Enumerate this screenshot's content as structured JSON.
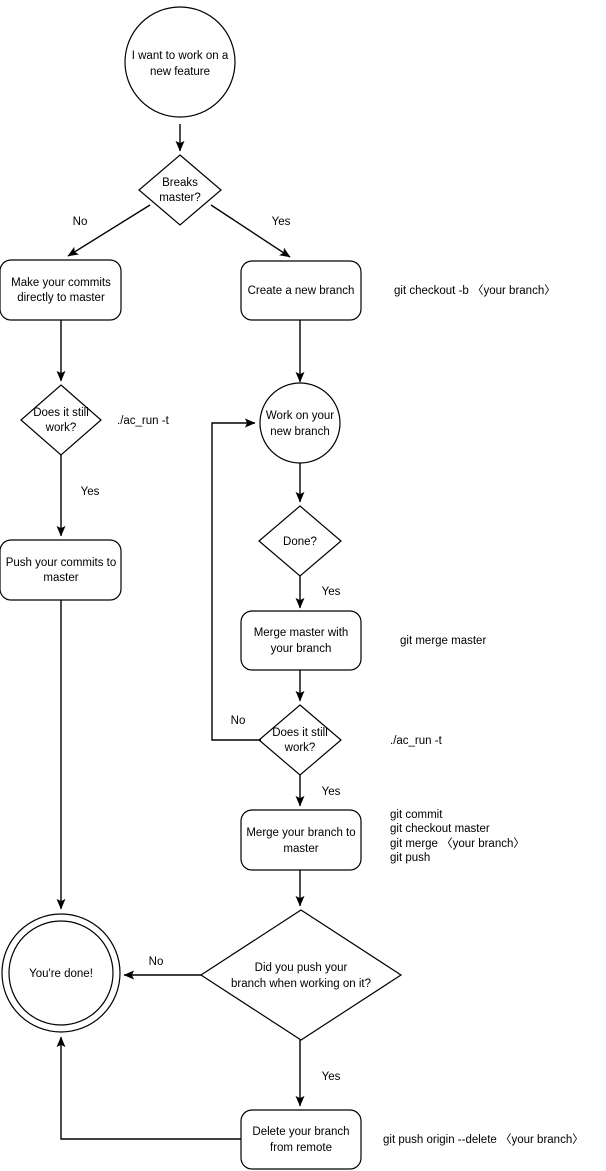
{
  "diagram": {
    "title": "Git branching workflow flowchart",
    "background_color": "#ffffff",
    "stroke_color": "#000000",
    "text_color": "#000000"
  },
  "nodes": {
    "start": {
      "label_line1": "I want to work on a",
      "label_line2": "new feature",
      "shape": "circle"
    },
    "breaks_master": {
      "label_line1": "Breaks",
      "label_line2": "master?",
      "shape": "diamond"
    },
    "make_commits": {
      "label_line1": "Make your commits",
      "label_line2": "directly to master",
      "shape": "rounded-rect"
    },
    "create_branch": {
      "label_line1": "Create a new branch",
      "label_line2": "",
      "shape": "rounded-rect"
    },
    "left_still_work": {
      "label_line1": "Does it still",
      "label_line2": "work?",
      "shape": "diamond"
    },
    "work_on_branch": {
      "label_line1": "Work on your",
      "label_line2": "new branch",
      "shape": "circle"
    },
    "push_commits": {
      "label_line1": "Push your commits to",
      "label_line2": "master",
      "shape": "rounded-rect"
    },
    "done_q": {
      "label_line1": "Done?",
      "label_line2": "",
      "shape": "diamond"
    },
    "merge_master_with": {
      "label_line1": "Merge master with",
      "label_line2": "your branch",
      "shape": "rounded-rect"
    },
    "right_still_work": {
      "label_line1": "Does it still",
      "label_line2": "work?",
      "shape": "diamond"
    },
    "merge_branch_to": {
      "label_line1": "Merge your branch to",
      "label_line2": "master",
      "shape": "rounded-rect"
    },
    "did_you_push": {
      "label_line1": "Did you push your",
      "label_line2": "branch when working on it?",
      "shape": "diamond"
    },
    "youre_done": {
      "label_line1": "You're done!",
      "label_line2": "",
      "shape": "double-circle"
    },
    "delete_branch": {
      "label_line1": "Delete your branch",
      "label_line2": "from remote",
      "shape": "rounded-rect"
    }
  },
  "edge_labels": {
    "breaks_no": "No",
    "breaks_yes": "Yes",
    "left_work_yes": "Yes",
    "done_yes": "Yes",
    "right_work_no": "No",
    "right_work_yes": "Yes",
    "push_no": "No",
    "push_yes": "Yes"
  },
  "annotations": {
    "checkout_b": "git checkout -b 〈your branch〉",
    "ac_run_left": "./ac_run -t",
    "merge_master": "git merge master",
    "ac_run_right": "./ac_run -t",
    "commit_block_1": "git commit",
    "commit_block_2": "git checkout master",
    "commit_block_3": "git merge 〈your branch〉",
    "commit_block_4": "git push",
    "push_origin_delete": "git push origin --delete 〈your branch〉"
  }
}
